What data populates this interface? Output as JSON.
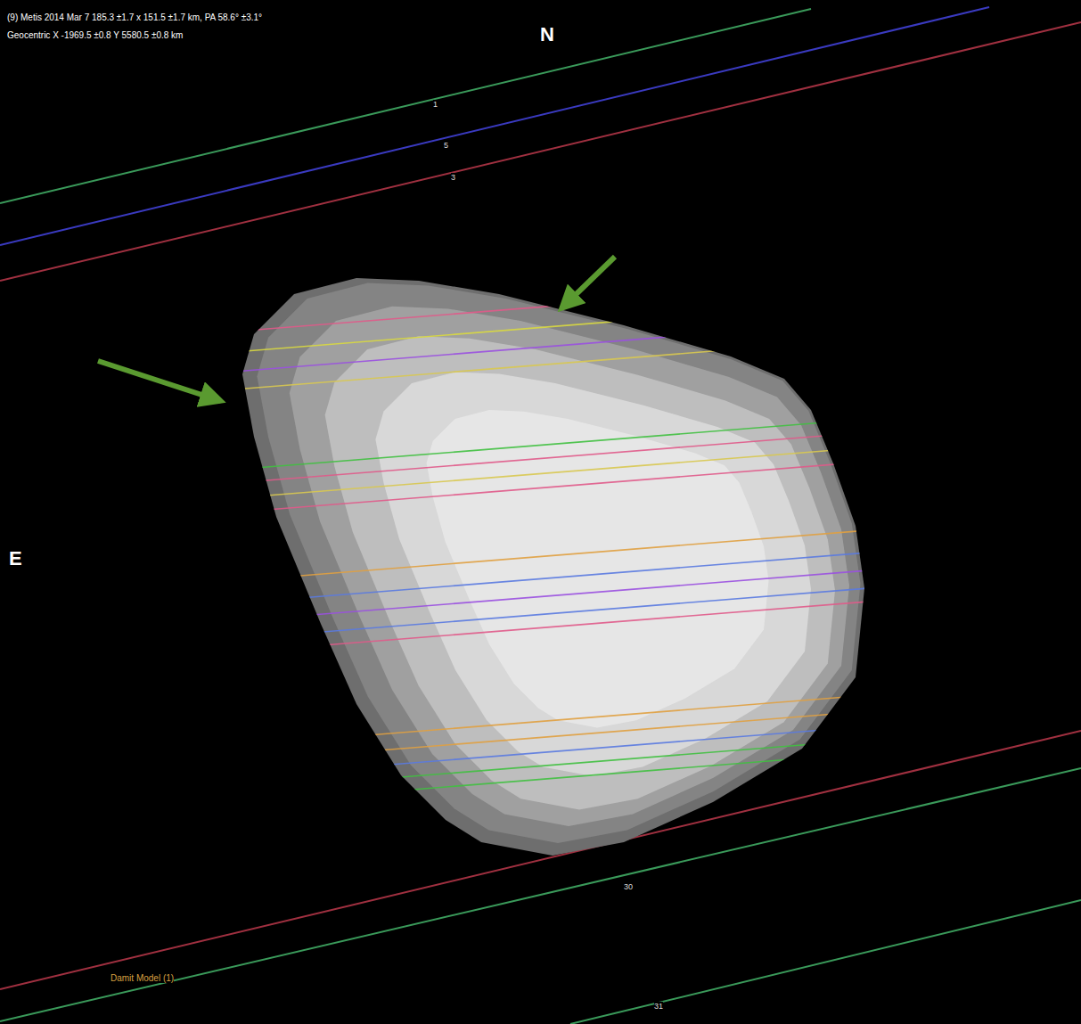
{
  "diagram": {
    "labels": [
      "(9) Metis 2014 Mar 7  185.3 ±1.7 x 151.5 ±1.7 km, PA 58.6° ±3.1°",
      "Geocentric X -1969.5 ±0.8 Y 5580.5 ±0.8 km",
      "N",
      "E",
      "1",
      "5",
      "3",
      "30",
      "31",
      "Damit Model (1)"
    ]
  }
}
